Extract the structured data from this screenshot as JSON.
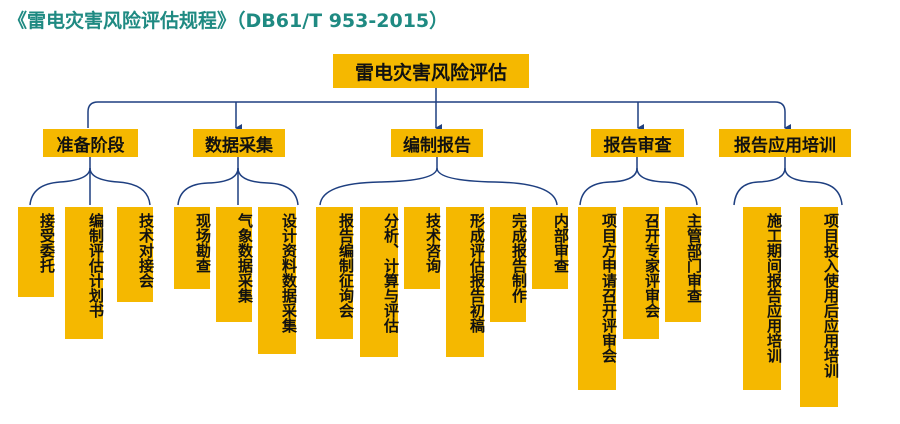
{
  "title": "《雷电灾害风险评估规程》（DB61/T 953-2015）",
  "root": "雷电灾害风险评估",
  "stages": [
    {
      "label": "准备阶段",
      "tasks": [
        "接受委托",
        "编制评估计划书",
        "技术对接会"
      ]
    },
    {
      "label": "数据采集",
      "tasks": [
        "现场勘查",
        "气象数据采集",
        "设计资料数据采集"
      ]
    },
    {
      "label": "编制报告",
      "tasks": [
        "报告编制征询会",
        "分析、计算与评估",
        "技术咨询",
        "形成评估报告初稿",
        "完成报告制作",
        "内部审查"
      ]
    },
    {
      "label": "报告审查",
      "tasks": [
        "项目方申请召开评审会",
        "召开专家评审会",
        "主管部门审查"
      ]
    },
    {
      "label": "报告应用培训",
      "tasks": [
        "施工期间报告应用培训",
        "项目投入使用后应用培训"
      ]
    }
  ],
  "colors": {
    "box": "#f5b800",
    "line": "#1e3f80",
    "title": "#1f8a82"
  }
}
